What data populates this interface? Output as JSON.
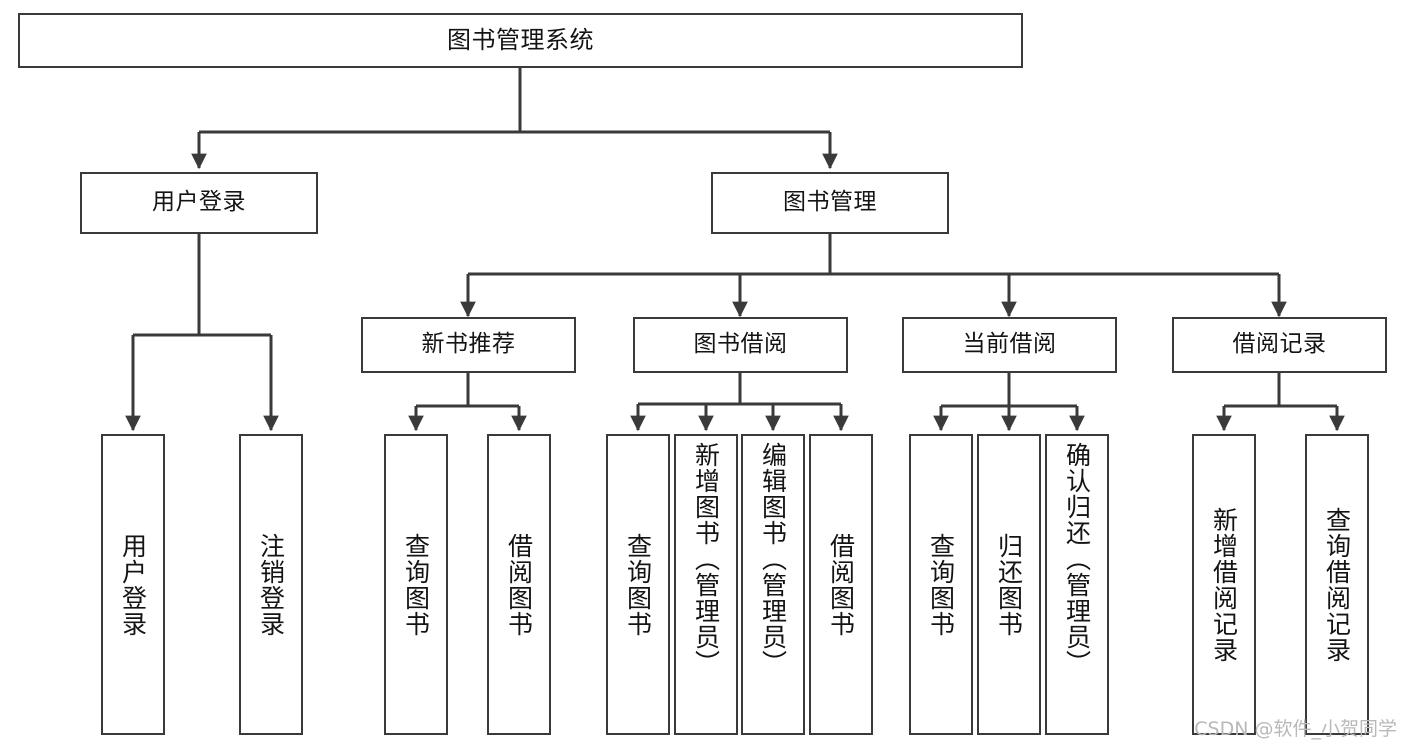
{
  "diagram": {
    "title": "图书管理系统",
    "type": "tree-hierarchy",
    "colors": {
      "background": "#ffffff",
      "node_fill": "#ffffff",
      "node_border": "#3a3a3a",
      "connector": "#3a3a3a",
      "text": "#141414",
      "watermark": "#b9b9b9"
    },
    "root": {
      "label": "图书管理系统"
    },
    "level2": [
      {
        "label": "用户登录"
      },
      {
        "label": "图书管理"
      }
    ],
    "level3": [
      {
        "label": "新书推荐"
      },
      {
        "label": "图书借阅"
      },
      {
        "label": "当前借阅"
      },
      {
        "label": "借阅记录"
      }
    ],
    "leaves": {
      "user_login": [
        {
          "label": "用户登录"
        },
        {
          "label": "注销登录"
        }
      ],
      "new_book_recommend": [
        {
          "label": "查询图书"
        },
        {
          "label": "借阅图书"
        }
      ],
      "book_borrow": [
        {
          "label": "查询图书"
        },
        {
          "label": "新增图书（管理员）"
        },
        {
          "label": "编辑图书（管理员）"
        },
        {
          "label": "借阅图书"
        }
      ],
      "current_borrow": [
        {
          "label": "查询图书"
        },
        {
          "label": "归还图书"
        },
        {
          "label": "确认归还（管理员）"
        }
      ],
      "borrow_records": [
        {
          "label": "新增借阅记录"
        },
        {
          "label": "查询借阅记录"
        }
      ]
    },
    "watermark": "CSDN @软件_小贺同学"
  }
}
